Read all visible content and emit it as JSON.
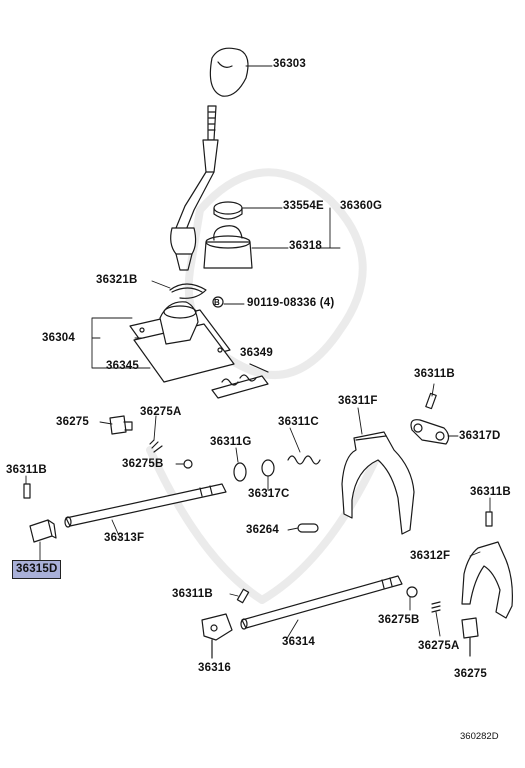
{
  "diagram": {
    "labels": {
      "p36303": "36303",
      "p33554e": "33554E",
      "p36360g": "36360G",
      "p36318": "36318",
      "p36321b": "36321B",
      "p90119": "90119-08336 (4)",
      "bolt_marker": "B",
      "p36304": "36304",
      "p36345": "36345",
      "p36349": "36349",
      "p36311b_a": "36311B",
      "p36275_a": "36275",
      "p36275a_a": "36275A",
      "p36311f": "36311F",
      "p36317d": "36317D",
      "p36311g": "36311G",
      "p36311c": "36311C",
      "p36275b_a": "36275B",
      "p36311b_b": "36311B",
      "p36317c": "36317C",
      "p36311b_c": "36311B",
      "p36264": "36264",
      "p36313f": "36313F",
      "p36315d": "36315D",
      "p36312f": "36312F",
      "p36311b_d": "36311B",
      "p36275b_b": "36275B",
      "p36314": "36314",
      "p36275a_b": "36275A",
      "p36316": "36316",
      "p36275_b": "36275",
      "illustration_code": "360282D"
    },
    "highlighted_part": "36315D",
    "highlight_color": "#a9b0d8",
    "line_color": "#1a1a1a"
  }
}
